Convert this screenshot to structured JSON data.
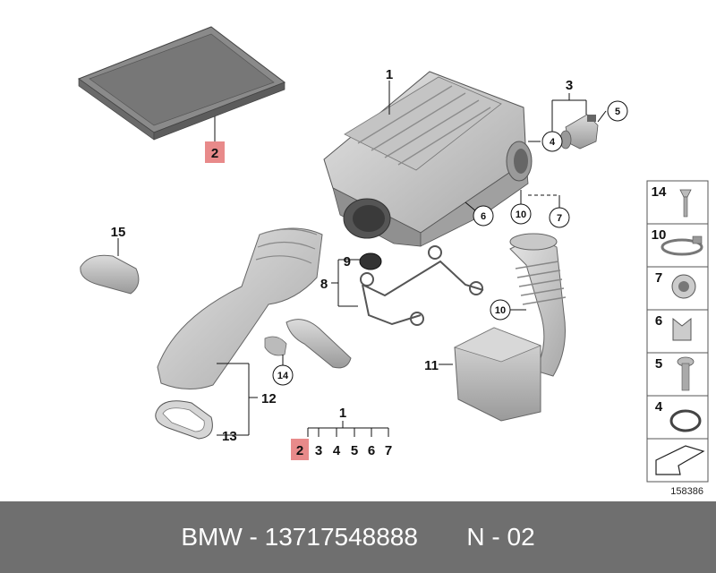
{
  "callouts": {
    "n1": "1",
    "n2": "2",
    "n3": "3",
    "n4": "4",
    "n5": "5",
    "n6": "6",
    "n7": "7",
    "n8": "8",
    "n9": "9",
    "n10": "10",
    "n10b": "10",
    "n11": "11",
    "n12": "12",
    "n13": "13",
    "n14": "14",
    "n15": "15"
  },
  "kit": {
    "top": "1",
    "items": [
      "2",
      "3",
      "4",
      "5",
      "6",
      "7"
    ]
  },
  "sidebar": {
    "items": [
      {
        "label": "14",
        "part": "screw"
      },
      {
        "label": "10",
        "part": "hose-clamp"
      },
      {
        "label": "7",
        "part": "grommet"
      },
      {
        "label": "6",
        "part": "clip"
      },
      {
        "label": "5",
        "part": "bolt"
      },
      {
        "label": "4",
        "part": "o-ring"
      }
    ]
  },
  "diagram_code": "158386",
  "footer": {
    "brand": "BMW",
    "sep1": " - ",
    "part_number": "13717548888",
    "gap": "       ",
    "position": "N - 02"
  },
  "colors": {
    "highlight": "#e88a8a",
    "footer_bg": "#6f6f6f",
    "part_fill": "#d0d0d0"
  }
}
